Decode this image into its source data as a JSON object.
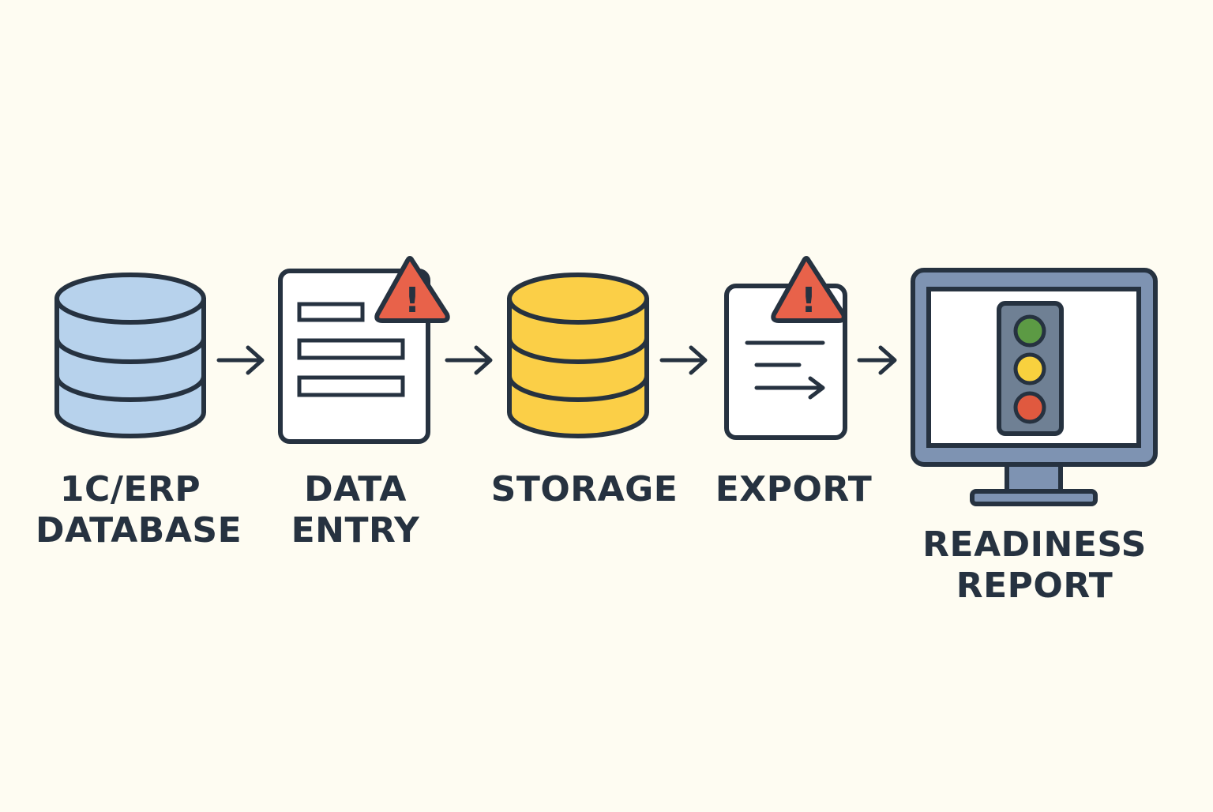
{
  "colors": {
    "background": "#FEFCF2",
    "outline": "#263240",
    "database_fill": "#B7D2EC",
    "storage_fill": "#FBCF47",
    "document_fill": "#FFFFFF",
    "warning_fill": "#E8624A",
    "monitor_frame": "#7E93B2",
    "traffic_light_body": "#6F8094",
    "light_green": "#5C9A44",
    "light_yellow": "#F8D13E",
    "light_red": "#E0593F"
  },
  "steps": [
    {
      "id": "db",
      "icon": "database-icon",
      "label_lines": [
        "1C/ERP",
        "DATABASE"
      ]
    },
    {
      "id": "entry",
      "icon": "form-document-icon",
      "warning": true,
      "label_lines": [
        "DATA",
        "ENTRY"
      ]
    },
    {
      "id": "storage",
      "icon": "storage-icon",
      "label_lines": [
        "STORAGE"
      ]
    },
    {
      "id": "export",
      "icon": "export-document-icon",
      "warning": true,
      "label_lines": [
        "EXPORT"
      ]
    },
    {
      "id": "report",
      "icon": "monitor-traffic-light-icon",
      "label_lines": [
        "READINESS",
        "REPORT"
      ]
    }
  ],
  "warning_mark": "!"
}
